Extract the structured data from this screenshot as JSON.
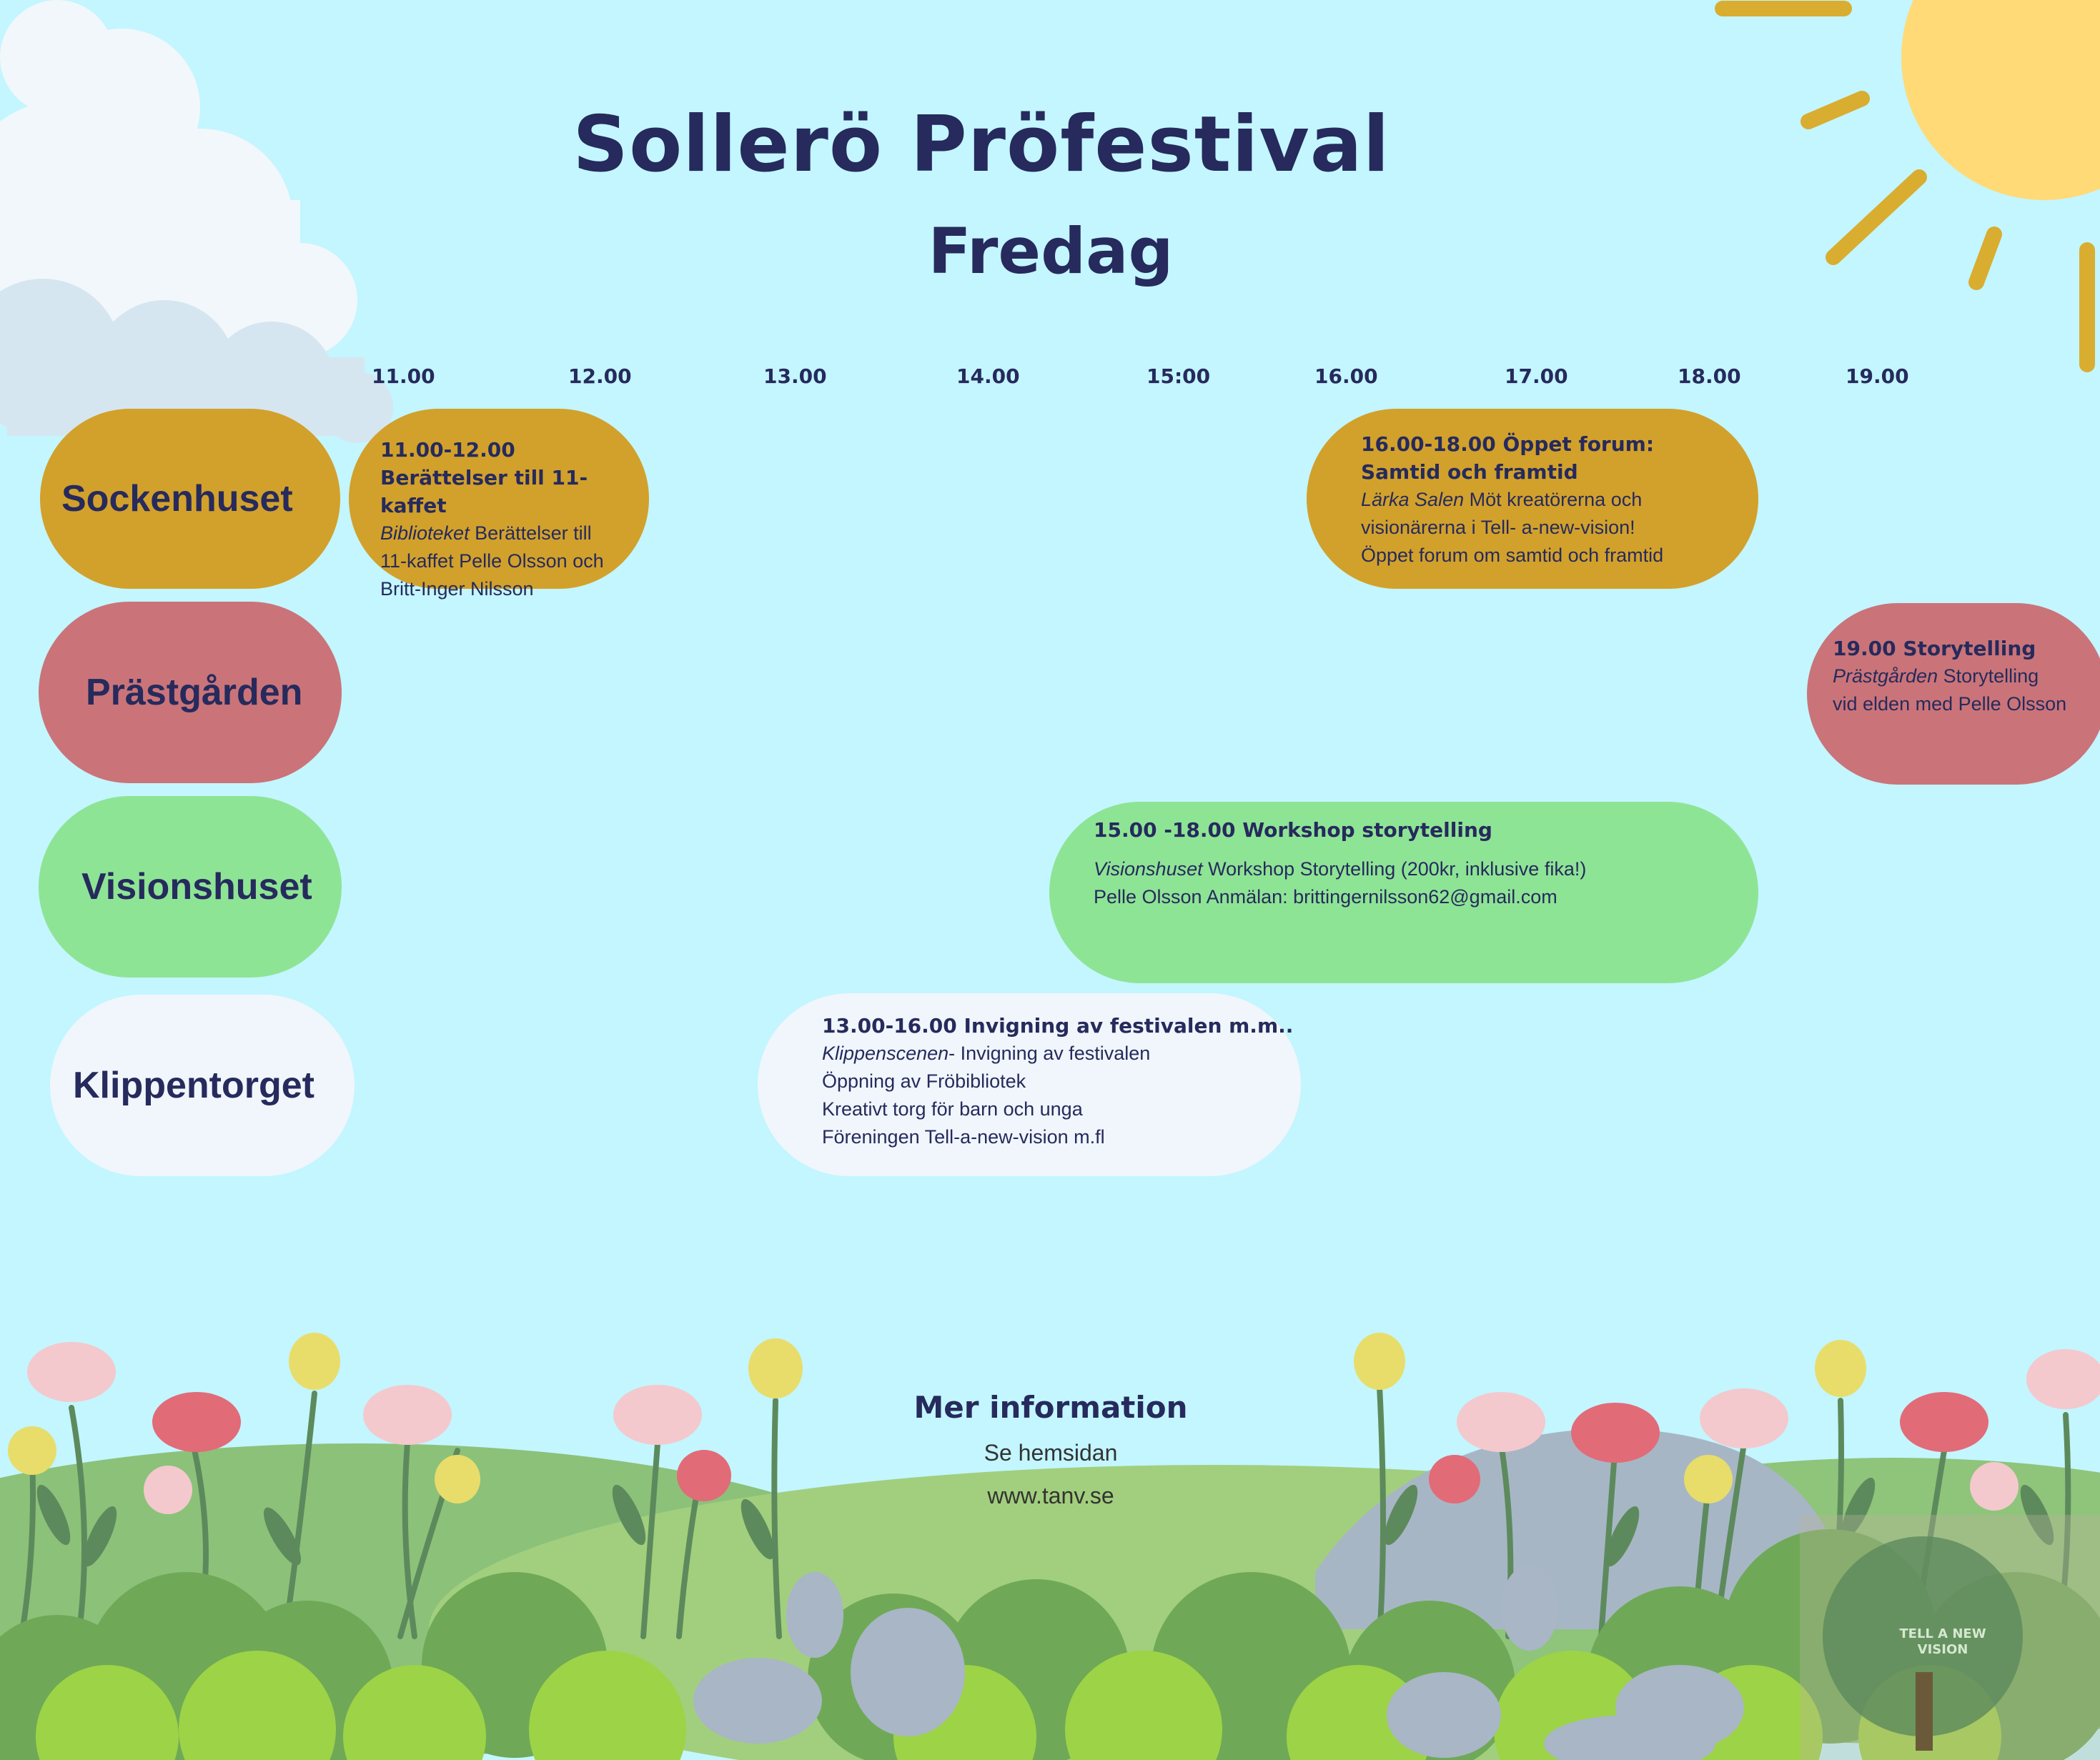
{
  "header": {
    "title": "Sollerö Pröfestival",
    "day": "Fredag"
  },
  "times": [
    "11.00",
    "12.00",
    "13.00",
    "14.00",
    "15:00",
    "16.00",
    "17.00",
    "18.00",
    "19.00"
  ],
  "venues": {
    "sockenhuset": "Sockenhuset",
    "prastgarden": "Prästgården",
    "visionshuset": "Visionshuset",
    "klippentorget": "Klippentorget"
  },
  "events": {
    "sock1": {
      "head1": "11.00-12.00",
      "head2": "Berättelser till 11-kaffet",
      "place": "Biblioteket",
      "line1": " Berättelser till",
      "line2": "11-kaffet Pelle Olsson och",
      "line3": "Britt-Inger Nilsson"
    },
    "sock2": {
      "head1": "16.00-18.00 Öppet forum:",
      "head2": "Samtid och framtid",
      "place": "Lärka Salen",
      "line1": " Möt kreatörerna och",
      "line2": "visionärerna i Tell- a-new-vision!",
      "line3": "Öppet forum om samtid och framtid"
    },
    "prast": {
      "head": "19.00 Storytelling",
      "place": "Prästgården",
      "line1": " Storytelling",
      "line2": "vid elden med Pelle Olsson"
    },
    "vis": {
      "head": "15.00 -18.00 Workshop storytelling",
      "place": "Visionshuset",
      "line1": " Workshop Storytelling (200kr, inklusive fika!)",
      "line2": "Pelle Olsson Anmälan: brittingernilsson62@gmail.com"
    },
    "klip": {
      "head": "13.00-16.00  Invigning av festivalen m.m..",
      "place": "Klippenscenen",
      "line1": "- Invigning av festivalen",
      "line2": " Öppning av Fröbibliotek",
      "line3": "Kreativt torg för barn och unga",
      "line4": "Föreningen Tell-a-new-vision m.fl"
    }
  },
  "info": {
    "heading": "Mer information",
    "line1": "Se hemsidan",
    "line2": "www.tanv.se"
  },
  "logo_text": "TELL A NEW VISION",
  "colors": {
    "background": "#c3f6ff",
    "sockenhuset": "#d2a12b",
    "prastgarden": "#ca7479",
    "visionshuset": "#8ee495",
    "klippentorget": "#f0f6fb",
    "text": "#262a5c"
  }
}
